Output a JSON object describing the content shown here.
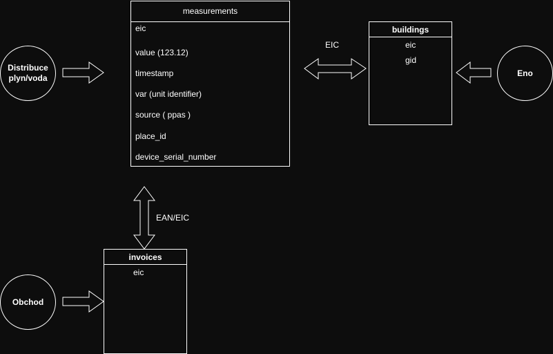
{
  "entities": {
    "measurements": {
      "title": "measurements",
      "fields": [
        "eic",
        "value (123.12)",
        "timestamp",
        "var (unit identifier)",
        "source ( ppas )",
        "place_id",
        "device_serial_number"
      ]
    },
    "buildings": {
      "title": "buildings",
      "fields": [
        "eic",
        "gid"
      ]
    },
    "invoices": {
      "title": "invoices",
      "fields": [
        "eic"
      ]
    }
  },
  "sources": {
    "distribuce": {
      "line1": "Distribuce",
      "line2": "plyn/voda"
    },
    "eno": {
      "label": "Eno"
    },
    "obchod": {
      "label": "Obchod"
    }
  },
  "connectors": {
    "eic_label": "EIC",
    "ean_eic_label": "EAN/EIC"
  },
  "colors": {
    "background": "#0d0d0d",
    "stroke": "#ffffff",
    "text": "#ffffff"
  }
}
